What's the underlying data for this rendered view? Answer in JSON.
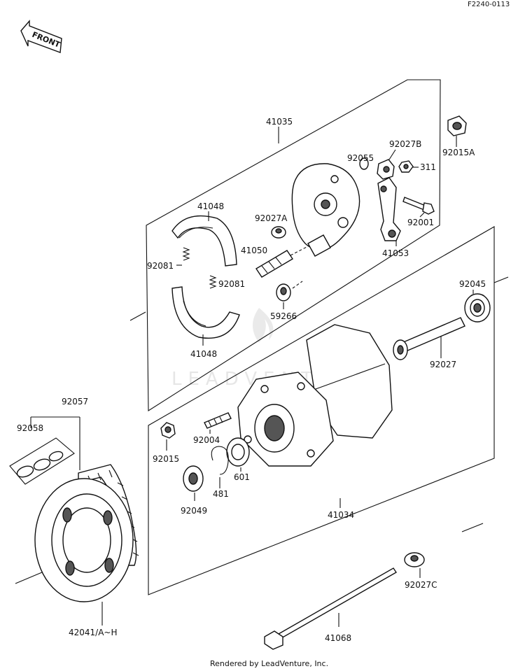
{
  "header": {
    "diagram_code": "F2240-0113"
  },
  "front_arrow": {
    "label": "FRONT"
  },
  "watermark": "LEADVENTURE",
  "footer": {
    "text": "Rendered by LeadVenture, Inc."
  },
  "parts": {
    "p41035": "41035",
    "p92015A": "92015A",
    "p92027B": "92027B",
    "p92055": "92055",
    "p311": "311",
    "p41048_top": "41048",
    "p92027A": "92027A",
    "p92001": "92001",
    "p41050": "41050",
    "p41053": "41053",
    "p92081_left": "92081",
    "p92081_right": "92081",
    "p59266": "59266",
    "p41048_bottom": "41048",
    "p92045": "92045",
    "p92027": "92027",
    "p92057": "92057",
    "p92058": "92058",
    "p92004": "92004",
    "p92015": "92015",
    "p601": "601",
    "p481": "481",
    "p92049": "92049",
    "p41034": "41034",
    "p92027C": "92027C",
    "p42041": "42041/A~H",
    "p41068": "41068"
  }
}
